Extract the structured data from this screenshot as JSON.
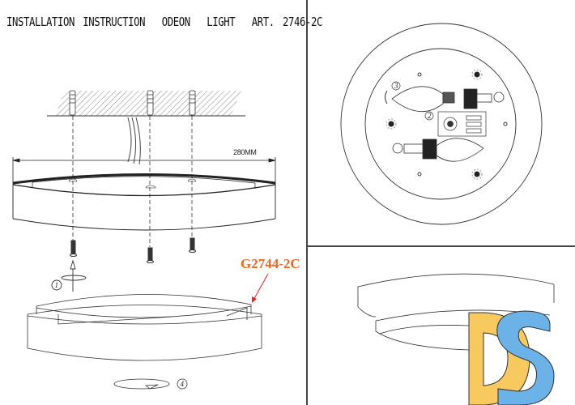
{
  "document": {
    "title": "INSTALLATION INSTRUCTION  ODEON  LIGHT  ART. 2746-2C",
    "dimension_label": "280MM",
    "model_label": "G2744-2C",
    "steps": [
      {
        "number": "1",
        "description": "screw rotation arrow"
      },
      {
        "number": "2",
        "description": "wiring terminal block"
      },
      {
        "number": "3",
        "description": "bulb insertion"
      },
      {
        "number": "4",
        "description": "rotate cover"
      }
    ],
    "colors": {
      "model_label": "#f26522",
      "arrow": "#e8202a",
      "logo_yellow": "#f7c95e",
      "logo_blue": "#6ab2e8",
      "line": "#222222"
    },
    "logo": {
      "text": "DS"
    }
  }
}
